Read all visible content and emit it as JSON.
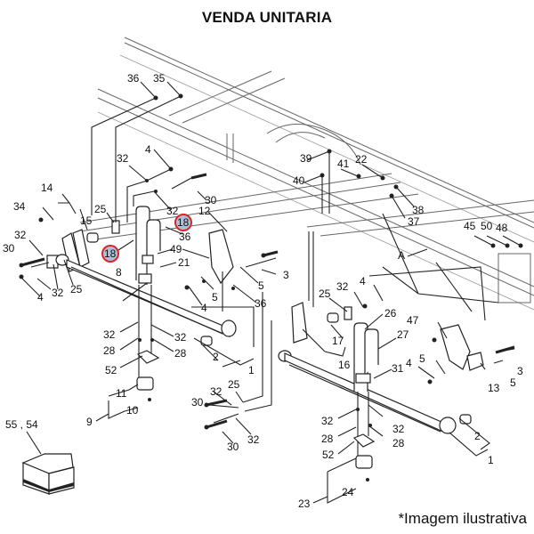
{
  "header": {
    "title": "VENDA UNITARIA"
  },
  "footer": {
    "note": "*Imagem ilustrativa"
  },
  "diagram": {
    "highlight_color": "#d8262a",
    "highlight_fill": "#aebfd8",
    "highlighted_part": "18",
    "labels": {
      "l36a": "36",
      "l35": "35",
      "l4a": "4",
      "l32a": "32",
      "l30a": "30",
      "l32b": "32",
      "l12": "12",
      "l18a": "18",
      "l18b": "18",
      "l36b": "36",
      "l14": "14",
      "l34": "34",
      "l15": "15",
      "l25a": "25",
      "l32c": "32",
      "l30b": "30",
      "l4b": "4",
      "l32d": "32",
      "l25b": "25",
      "l8": "8",
      "l49": "49",
      "l21": "21",
      "l5a": "5",
      "l5b": "5",
      "l4c": "4",
      "l36c": "36",
      "l3a": "3",
      "l32e": "32",
      "l28a": "28",
      "l52a": "52",
      "l32f": "32",
      "l28b": "28",
      "l2a": "2",
      "l1a": "1",
      "l11": "11",
      "l10": "10",
      "l9": "9",
      "l39": "39",
      "l40": "40",
      "l41": "41",
      "l22": "22",
      "l38": "38",
      "l37": "37",
      "l45": "45",
      "l50": "50",
      "l48": "48",
      "lA": "A",
      "l25c": "25",
      "l32g": "32",
      "l4d": "4",
      "l26": "26",
      "l27": "27",
      "l17": "17",
      "l16": "16",
      "l31": "31",
      "l47": "47",
      "l4e": "4",
      "l5c": "5",
      "l13": "13",
      "l5d": "5",
      "l3b": "3",
      "l25d": "25",
      "l32h": "32",
      "l30c": "30",
      "l32i": "32",
      "l30d": "30",
      "l32j": "32",
      "l28c": "28",
      "l52b": "52",
      "l32k": "32",
      "l28d": "28",
      "l2b": "2",
      "l1b": "1",
      "l24": "24",
      "l23": "23",
      "l55_54": "55 , 54"
    }
  }
}
